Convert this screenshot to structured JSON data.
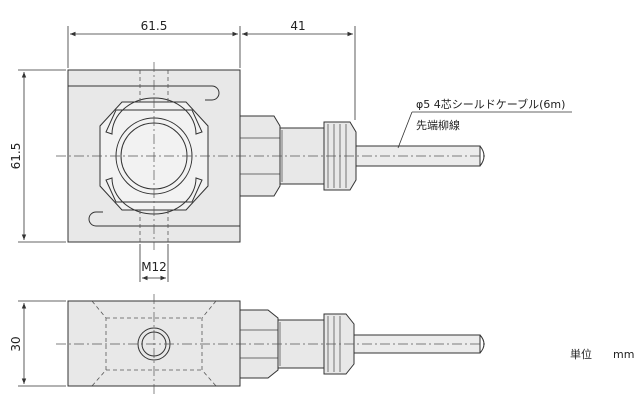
{
  "dimensions": {
    "width_top": "61.5",
    "connector_length": "41",
    "height_left": "61.5",
    "thread": "M12",
    "side_thickness": "30"
  },
  "cable_note": {
    "line1": "φ5 4芯シールドケーブル(6m)",
    "line2": "先端柳線"
  },
  "unit_label": "単位",
  "unit_value": "mm"
}
